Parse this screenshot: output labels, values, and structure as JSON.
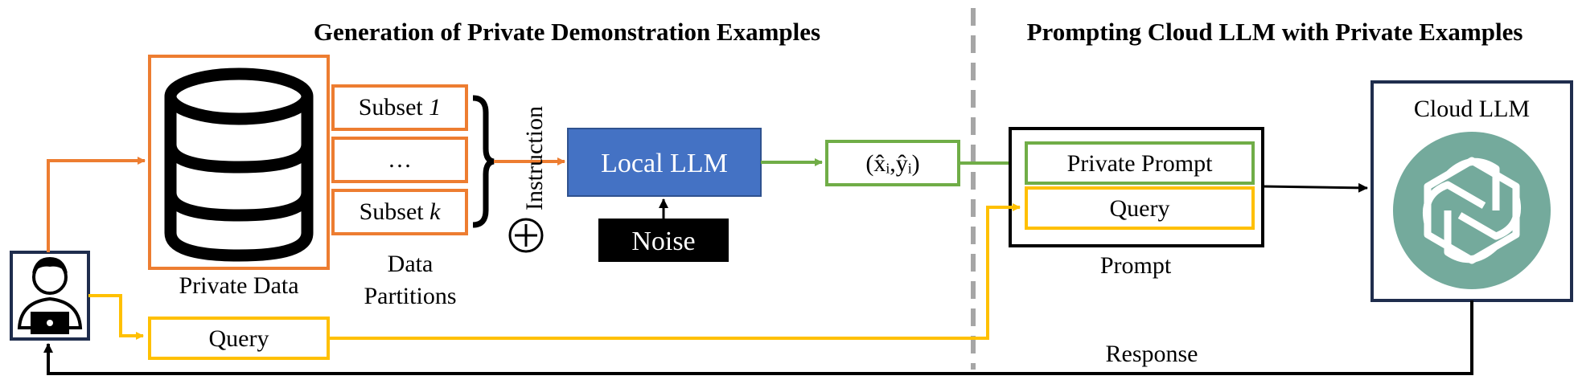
{
  "left_section": {
    "title": "Generation of Private Demonstration Examples"
  },
  "right_section": {
    "title": "Prompting Cloud LLM with Private Examples"
  },
  "private_data": {
    "label": "Private Data"
  },
  "subsets": [
    {
      "text": "Subset ",
      "index": "1"
    },
    {
      "text": "…",
      "index": ""
    },
    {
      "text": "Subset ",
      "index": "k"
    }
  ],
  "partitions": {
    "label_line1": "Data",
    "label_line2": "Partitions"
  },
  "instruction": {
    "label": "Instruction",
    "operator": "⊕"
  },
  "local_llm": {
    "label": "Local LLM"
  },
  "noise": {
    "label": "Noise"
  },
  "example_pair": {
    "label": "(x̂ᵢ,ŷᵢ)"
  },
  "prompt": {
    "label": "Prompt",
    "private_prompt": "Private Prompt",
    "query": "Query"
  },
  "user_query": {
    "label": "Query"
  },
  "cloud_llm": {
    "label": "Cloud LLM"
  },
  "response": {
    "label": "Response"
  },
  "icons": [
    "user-icon",
    "database-icon",
    "openai-logo-icon"
  ],
  "colors": {
    "orange": "#ED7D31",
    "green": "#70AD47",
    "yellow": "#FFC000",
    "blue": "#4472C4",
    "navy": "#1F2D4D",
    "teal": "#74AA9C",
    "gray": "#A6A6A6",
    "black": "#000000"
  }
}
